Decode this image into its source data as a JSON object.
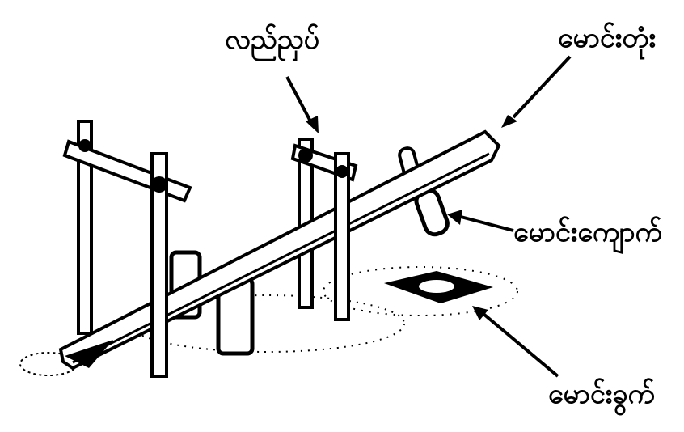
{
  "labels": {
    "pivot": "လည်ညှပ်",
    "beam": "မောင်းတုံး",
    "stone": "မောင်းကျောက်",
    "mortar": "မောင်းခွက်"
  },
  "colors": {
    "ink": "#000000",
    "paper": "#ffffff"
  }
}
